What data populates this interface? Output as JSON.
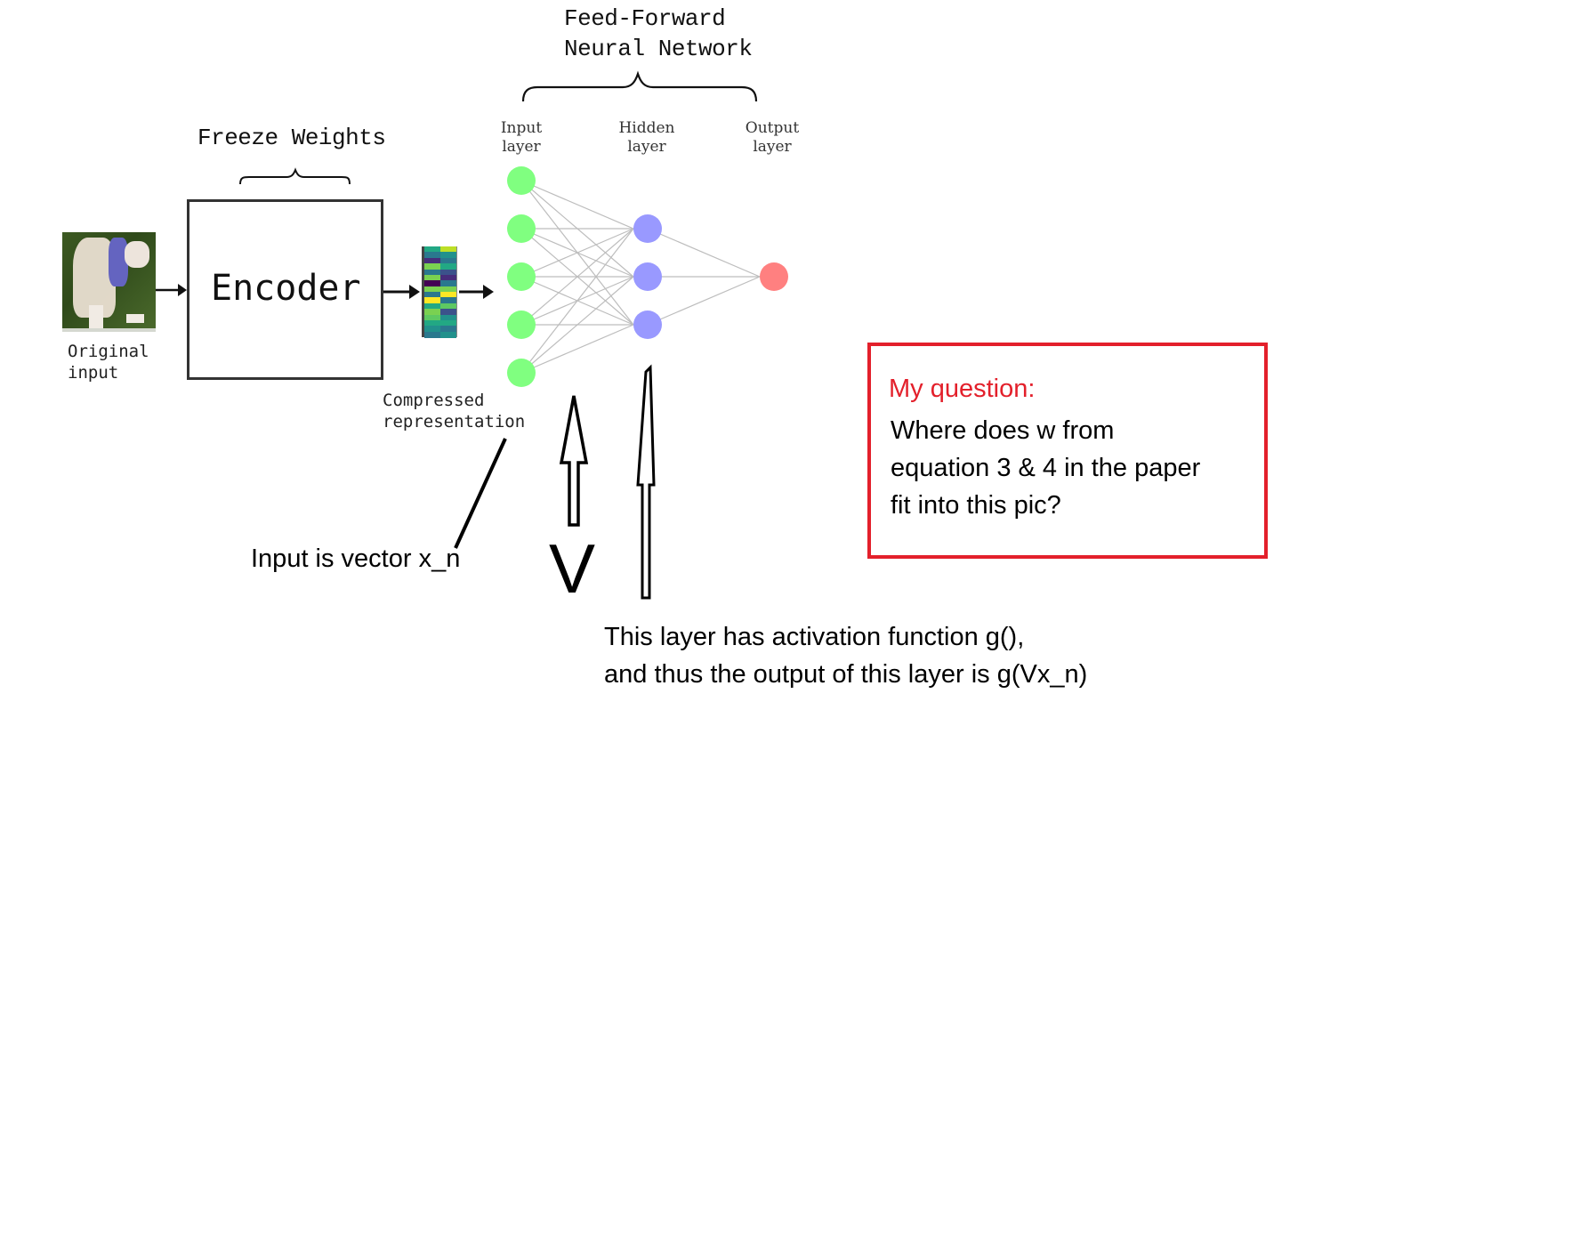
{
  "diagram": {
    "freeze_weights_label": "Freeze Weights",
    "ffnn_title_line1": "Feed-Forward",
    "ffnn_title_line2": "Neural Network",
    "encoder_label": "Encoder",
    "original_input_line1": "Original",
    "original_input_line2": "input",
    "compressed_line1": "Compressed",
    "compressed_line2": "representation",
    "layers": [
      {
        "name": "input",
        "label_line1": "Input",
        "label_line2": "layer",
        "nodes": 5,
        "color": "#80ff80"
      },
      {
        "name": "hidden",
        "label_line1": "Hidden",
        "label_line2": "layer",
        "nodes": 3,
        "color": "#9999ff"
      },
      {
        "name": "output",
        "label_line1": "Output",
        "label_line2": "layer",
        "nodes": 1,
        "color": "#ff8080"
      }
    ],
    "compressed_vector_colors": {
      "left": [
        "#22a884",
        "#2a788e",
        "#472d7b",
        "#7ad151",
        "#2a788e",
        "#7ad151",
        "#440154",
        "#7ad151",
        "#2a788e",
        "#fde725",
        "#22a884",
        "#7ad151",
        "#5ec962",
        "#22a884",
        "#21918c",
        "#2a788e"
      ],
      "right": [
        "#bddf26",
        "#21918c",
        "#2a788e",
        "#22a884",
        "#3b528b",
        "#472d7b",
        "#2a788e",
        "#7ad151",
        "#fde725",
        "#2a788e",
        "#5ec962",
        "#3b528b",
        "#21918c",
        "#22a884",
        "#2a788e",
        "#21918c"
      ]
    }
  },
  "annotations": {
    "input_vector": "Input is vector x_n",
    "weight_symbol": "V",
    "activation_line1": "This layer has activation function g(),",
    "activation_line2": "and thus the output of this layer is g(Vx_n)"
  },
  "question": {
    "title": "My question:",
    "line1": "Where does w from",
    "line2": "equation 3 & 4 in the paper",
    "line3": "fit into this pic?",
    "border_color": "#e3202b",
    "title_color": "#e3202b"
  }
}
